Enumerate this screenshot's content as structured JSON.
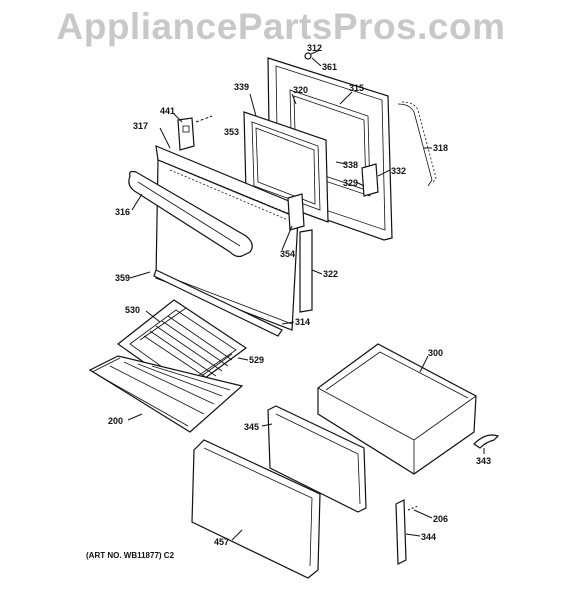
{
  "watermark": "AppliancePartsPros.com",
  "art_number": "(ART NO. WB11877) C2",
  "part_labels": {
    "p312": "312",
    "p361": "361",
    "p339": "339",
    "p320": "320",
    "p315": "315",
    "p441": "441",
    "p317": "317",
    "p353": "353",
    "p318": "318",
    "p338": "338",
    "p332": "332",
    "p329": "329",
    "p316": "316",
    "p354": "354",
    "p322": "322",
    "p359": "359",
    "p314": "314",
    "p530": "530",
    "p529": "529",
    "p300": "300",
    "p200": "200",
    "p345": "345",
    "p343": "343",
    "p206": "206",
    "p344": "344",
    "p457": "457"
  }
}
